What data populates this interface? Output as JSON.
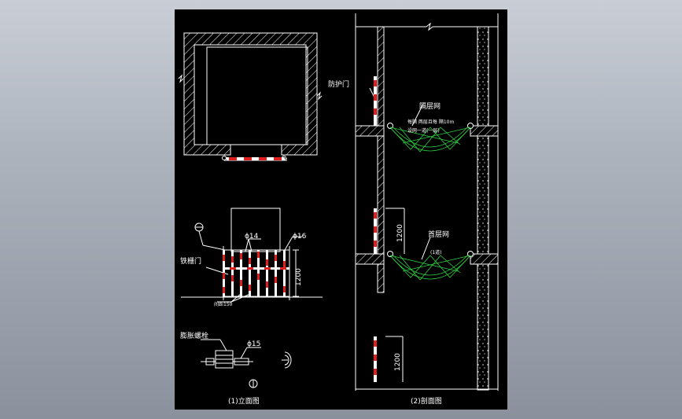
{
  "canvas": {
    "background": "#000000",
    "line_color": "#ffffff",
    "door_color": "#e02020",
    "net_color": "#2ecc40"
  },
  "left_view": {
    "caption": "(1)立面图",
    "dim_phi14": "ϕ14",
    "dim_phi16": "ϕ16",
    "label_gate": "铁栅门",
    "dim_spacing": "间距150",
    "dim_height": "1200",
    "label_bolt": "膨胀螺栓",
    "dim_phi15": "ϕ15"
  },
  "right_view": {
    "caption": "(2)剖面图",
    "label_guard_door": "防护门",
    "label_floor_net": "隔层网",
    "note_floor_net_1": "每隔 两层且每 隔10m",
    "note_floor_net_2": "设网一道(一层)",
    "label_first_net": "首层网",
    "note_first_net": "(1道)",
    "dim_upper": "1200",
    "dim_lower": "1200"
  }
}
